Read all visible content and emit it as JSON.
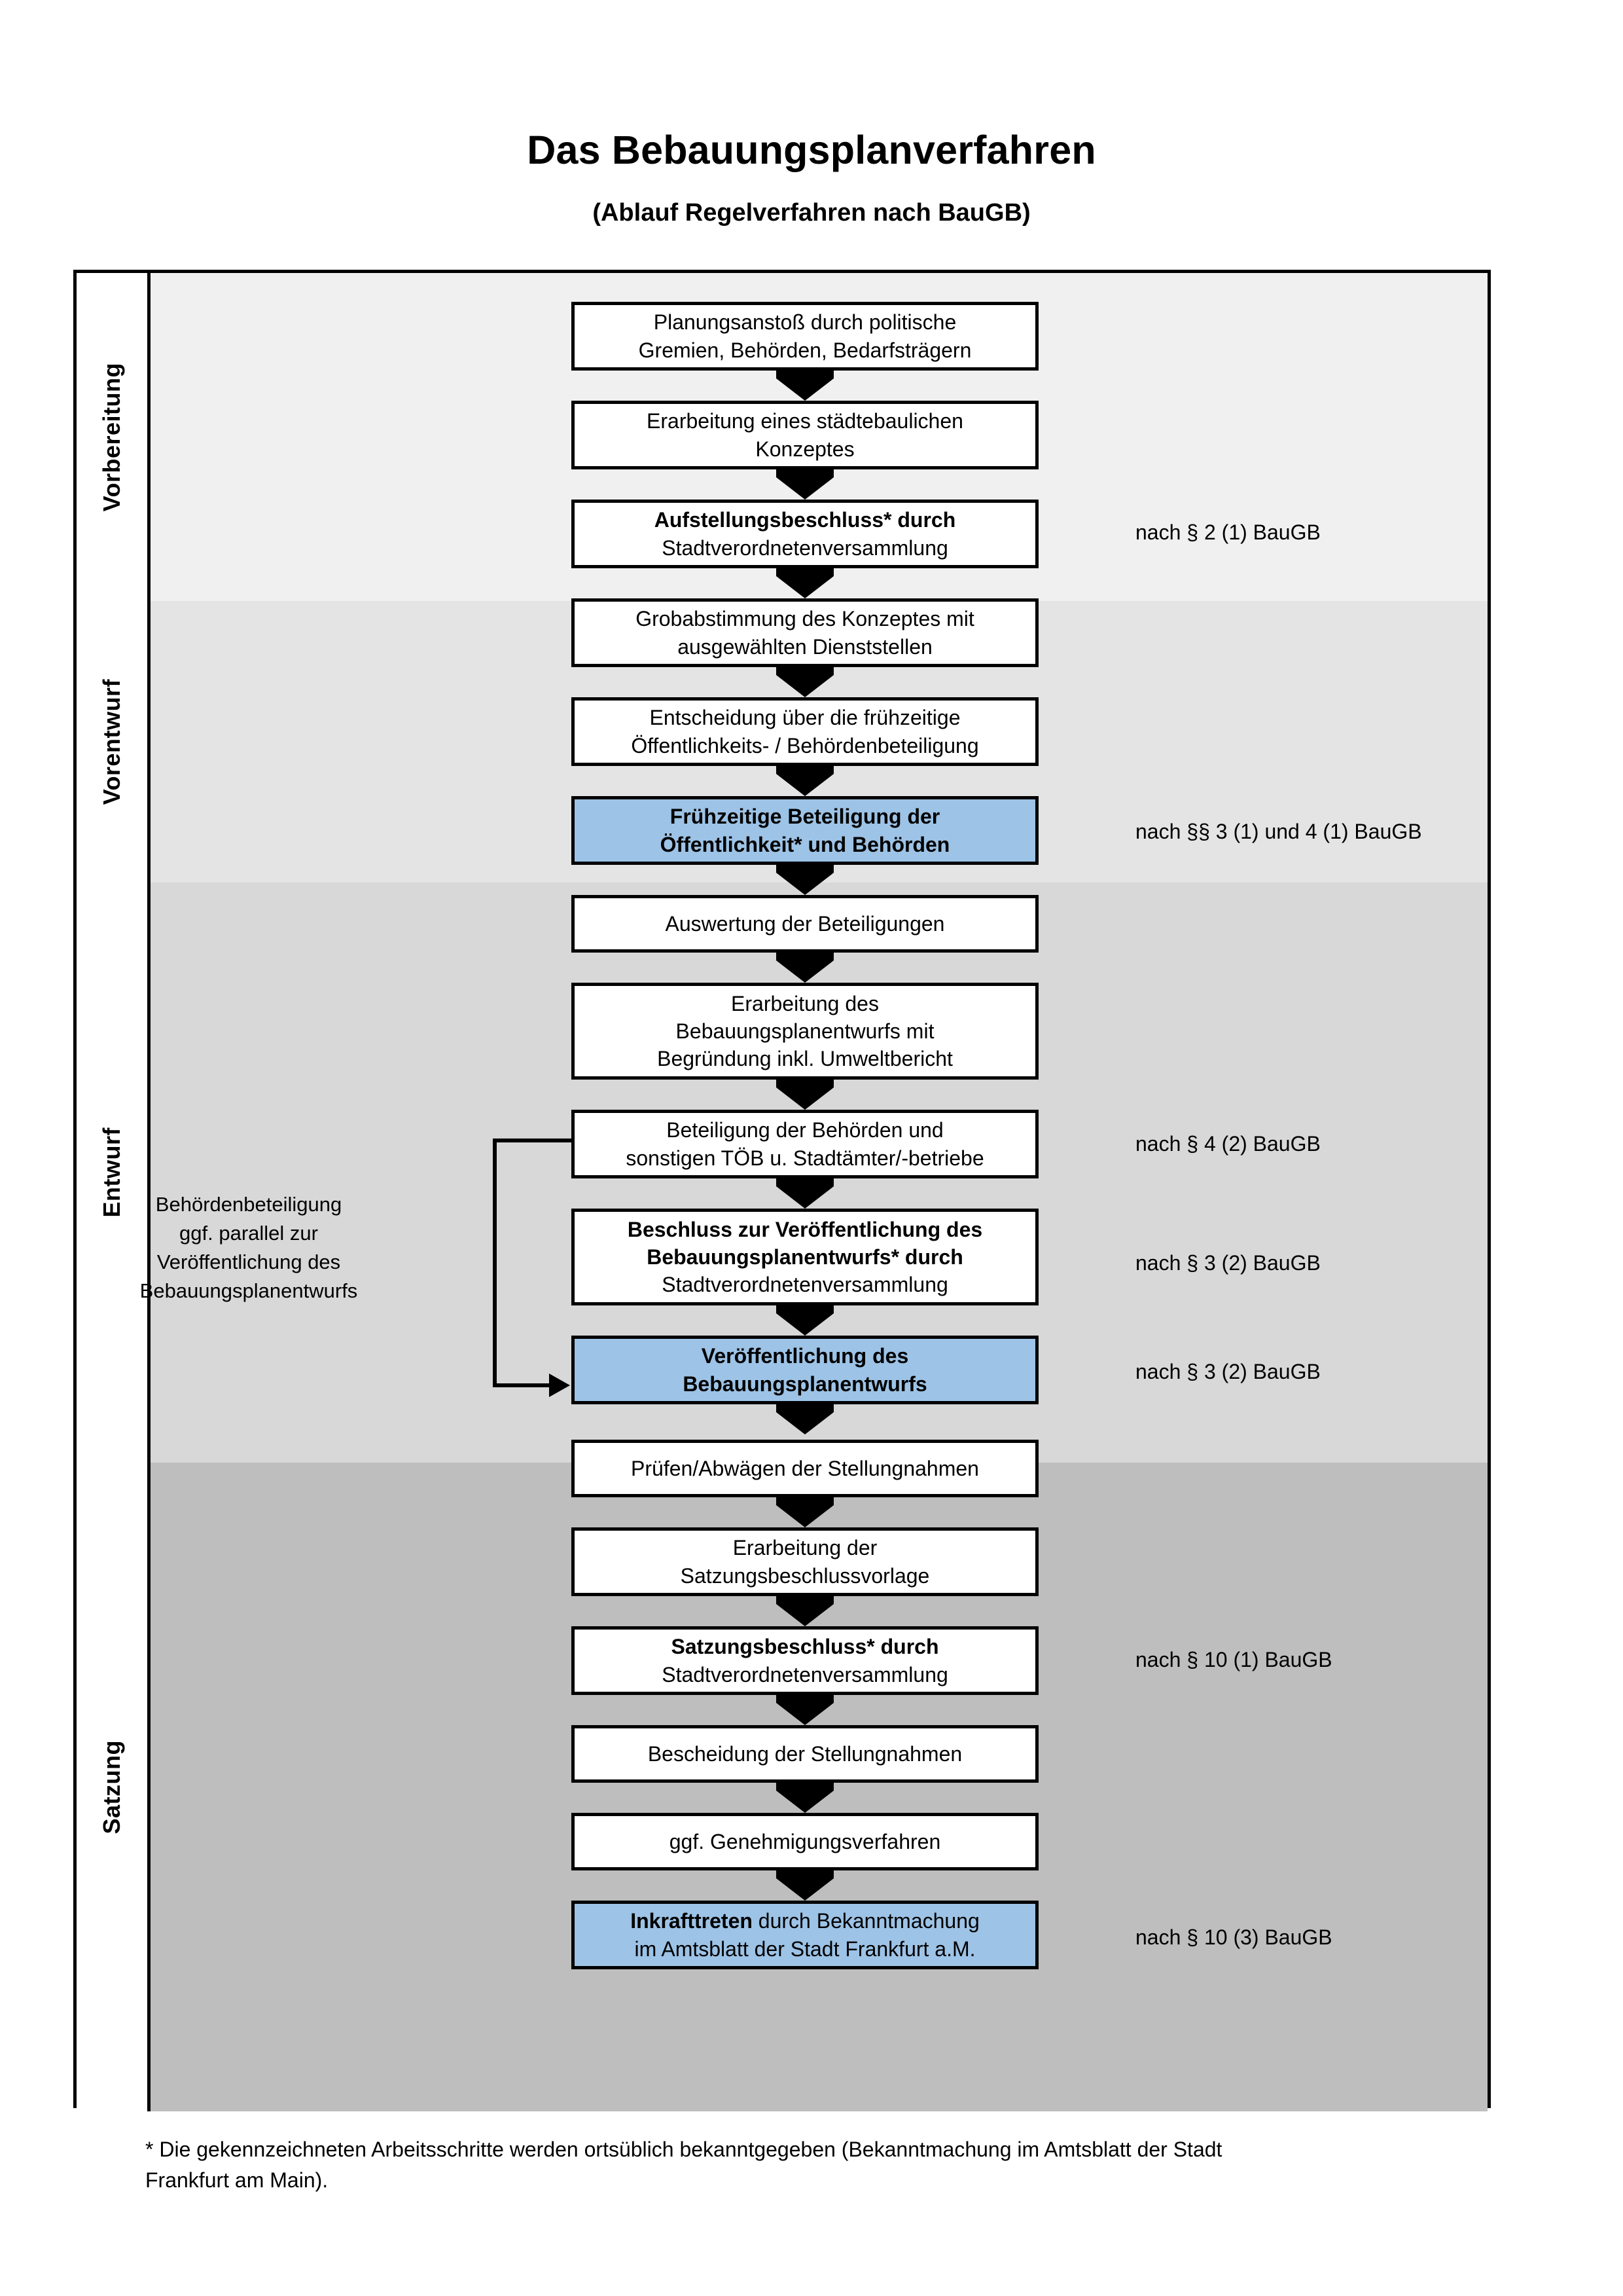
{
  "header": {
    "title": "Das Bebauungsplanverfahren",
    "subtitle": "(Ablauf Regelverfahren nach BauGB)"
  },
  "phases": [
    {
      "label": "Vorbereitung",
      "bg": "#f0f0f0"
    },
    {
      "label": "Vorentwurf",
      "bg": "#e4e4e4"
    },
    {
      "label": "Entwurf",
      "bg": "#d8d8d8"
    },
    {
      "label": "Satzung",
      "bg": "#bebebe"
    }
  ],
  "steps": [
    {
      "id": "planungsanstoss",
      "phase": "Vorbereitung",
      "text": "Planungsanstoß durch politische Gremien, Behörden, Bedarfsträgern",
      "highlight": false,
      "bold_prefix": ""
    },
    {
      "id": "konzept",
      "phase": "Vorbereitung",
      "text": "Erarbeitung eines städtebaulichen Konzeptes",
      "highlight": false,
      "bold_prefix": ""
    },
    {
      "id": "aufstellungsbeschluss",
      "phase": "Vorbereitung",
      "text": "Aufstellungsbeschluss* durch Stadtverordnetenversammlung",
      "highlight": false,
      "bold_prefix": "Aufstellungsbeschluss*"
    },
    {
      "id": "grobabstimmung",
      "phase": "Vorentwurf",
      "text": "Grobabstimmung des Konzeptes mit ausgewählten Dienststellen",
      "highlight": false,
      "bold_prefix": ""
    },
    {
      "id": "entscheidung",
      "phase": "Vorentwurf",
      "text": "Entscheidung über die frühzeitige Öffentlichkeits- / Behördenbeteiligung",
      "highlight": false,
      "bold_prefix": ""
    },
    {
      "id": "fruehzeitige-beteiligung",
      "phase": "Vorentwurf",
      "text": "Frühzeitige Beteiligung der Öffentlichkeit* und Behörden",
      "highlight": true,
      "bold_prefix": "ALL"
    },
    {
      "id": "auswertung",
      "phase": "Entwurf",
      "text": "Auswertung der Beteiligungen",
      "highlight": false,
      "bold_prefix": ""
    },
    {
      "id": "erarbeitung-entwurf",
      "phase": "Entwurf",
      "text": "Erarbeitung des Bebauungsplanentwurfs mit Begründung inkl. Umweltbericht",
      "highlight": false,
      "bold_prefix": ""
    },
    {
      "id": "beteiligung-behoerden",
      "phase": "Entwurf",
      "text": "Beteiligung der Behörden und sonstigen TÖB u. Stadtämter/-betriebe",
      "highlight": false,
      "bold_prefix": ""
    },
    {
      "id": "beschluss-veroeffentlichung",
      "phase": "Entwurf",
      "text": "Beschluss zur Veröffentlichung des Bebauungsplanentwurfs* durch Stadtverordnetenversammlung",
      "highlight": false,
      "bold_prefix": "Beschluss zur Veröffentlichung des Bebauungsplanentwurfs*"
    },
    {
      "id": "veroeffentlichung",
      "phase": "Entwurf",
      "text": "Veröffentlichung des Bebauungsplanentwurfs",
      "highlight": true,
      "bold_prefix": "ALL"
    },
    {
      "id": "pruefen-abwaegen",
      "phase": "Satzung",
      "text": "Prüfen/Abwägen der Stellungnahmen",
      "highlight": false,
      "bold_prefix": ""
    },
    {
      "id": "satzungsbeschlussvorlage",
      "phase": "Satzung",
      "text": "Erarbeitung der Satzungsbeschlussvorlage",
      "highlight": false,
      "bold_prefix": ""
    },
    {
      "id": "satzungsbeschluss",
      "phase": "Satzung",
      "text": "Satzungsbeschluss* durch Stadtverordnetenversammlung",
      "highlight": false,
      "bold_prefix": "Satzungsbeschluss*"
    },
    {
      "id": "bescheidung",
      "phase": "Satzung",
      "text": "Bescheidung der Stellungnahmen",
      "highlight": false,
      "bold_prefix": ""
    },
    {
      "id": "genehmigungsverfahren",
      "phase": "Satzung",
      "text": "ggf. Genehmigungsverfahren",
      "highlight": false,
      "bold_prefix": ""
    },
    {
      "id": "inkrafttreten",
      "phase": "Satzung",
      "text": "Inkrafttreten durch Bekanntmachung im Amtsblatt der Stadt Frankfurt a.M.",
      "highlight": true,
      "bold_prefix": "Inkrafttreten"
    }
  ],
  "step_lines": {
    "planungsanstoss": [
      "Planungsanstoß durch politische",
      "Gremien, Behörden, Bedarfsträgern"
    ],
    "konzept": [
      "Erarbeitung eines städtebaulichen",
      "Konzeptes"
    ],
    "aufstellungsbeschluss": [
      "Aufstellungsbeschluss* durch",
      "Stadtverordnetenversammlung"
    ],
    "grobabstimmung": [
      "Grobabstimmung des Konzeptes mit",
      "ausgewählten Dienststellen"
    ],
    "entscheidung": [
      "Entscheidung über die frühzeitige",
      "Öffentlichkeits- / Behördenbeteiligung"
    ],
    "fruehzeitige-beteiligung": [
      "Frühzeitige Beteiligung der",
      "Öffentlichkeit* und Behörden"
    ],
    "auswertung": [
      "Auswertung der Beteiligungen"
    ],
    "erarbeitung-entwurf": [
      "Erarbeitung des",
      "Bebauungsplanentwurfs mit",
      "Begründung inkl. Umweltbericht"
    ],
    "beteiligung-behoerden": [
      "Beteiligung der Behörden und",
      "sonstigen TÖB u. Stadtämter/-betriebe"
    ],
    "beschluss-veroeffentlichung": [
      "Beschluss zur Veröffentlichung des",
      "Bebauungsplanentwurfs* durch",
      "Stadtverordnetenversammlung"
    ],
    "veroeffentlichung": [
      "Veröffentlichung des",
      "Bebauungsplanentwurfs"
    ],
    "pruefen-abwaegen": [
      "Prüfen/Abwägen der Stellungnahmen"
    ],
    "satzungsbeschlussvorlage": [
      "Erarbeitung der",
      "Satzungsbeschlussvorlage"
    ],
    "satzungsbeschluss": [
      "Satzungsbeschluss* durch",
      "Stadtverordnetenversammlung"
    ],
    "bescheidung": [
      "Bescheidung der Stellungnahmen"
    ],
    "genehmigungsverfahren": [
      "ggf. Genehmigungsverfahren"
    ],
    "inkrafttreten": [
      "Inkrafttreten durch Bekanntmachung",
      "im Amtsblatt der Stadt Frankfurt a.M."
    ]
  },
  "side_note": {
    "lines": [
      "Behördenbeteiligung",
      "ggf. parallel zur",
      "Veröffentlichung des",
      "Bebauungsplanentwurfs"
    ]
  },
  "legal_refs": [
    {
      "id": "ref-aufstellungsbeschluss",
      "text": "nach § 2 (1) BauGB"
    },
    {
      "id": "ref-fruehzeitige-beteiligung",
      "text": "nach §§ 3 (1) und 4 (1) BauGB"
    },
    {
      "id": "ref-beteiligung-behoerden",
      "text": "nach § 4 (2) BauGB"
    },
    {
      "id": "ref-beschluss-veroeffentlichung",
      "text": "nach § 3 (2) BauGB"
    },
    {
      "id": "ref-veroeffentlichung",
      "text": "nach § 3 (2) BauGB"
    },
    {
      "id": "ref-satzungsbeschluss",
      "text": "nach § 10 (1) BauGB"
    },
    {
      "id": "ref-inkrafttreten",
      "text": "nach § 10 (3) BauGB"
    }
  ],
  "footnote": {
    "line1": "* Die gekennzeichneten Arbeitsschritte werden ortsüblich bekanntgegeben (Bekanntmachung im Amtsblatt  der Stadt",
    "line2": "Frankfurt am Main)."
  },
  "colors": {
    "highlight_blue": "#9dc3e6",
    "border_black": "#000000",
    "band1": "#f0f0f0",
    "band2": "#e4e4e4",
    "band3": "#d8d8d8",
    "band4": "#bebebe"
  }
}
